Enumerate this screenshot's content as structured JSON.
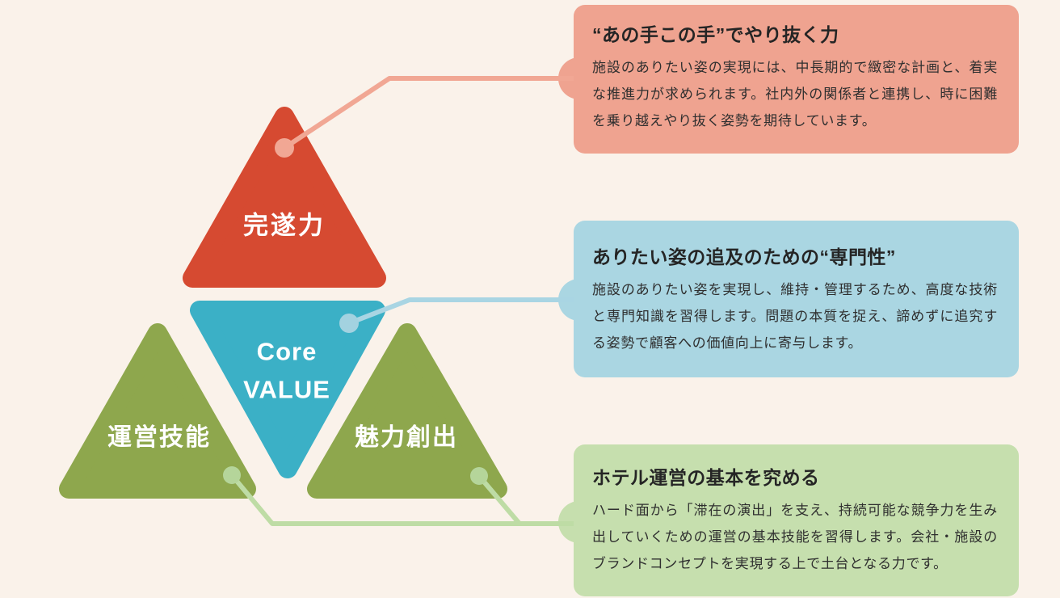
{
  "palette": {
    "background": "#faf2ea",
    "triangle_red": "#d64a31",
    "triangle_teal": "#3bb0c6",
    "triangle_green": "#8ea74d",
    "line_salmon": "#f1a794",
    "line_blue": "#a9d5e3",
    "line_green": "#bedca5",
    "dot_salmon": "#f1a794",
    "dot_blue": "#a3d2e0",
    "dot_green": "#b5d59a",
    "box_red_bg": "#efa390",
    "box_blue_bg": "#aad6e2",
    "box_green_bg": "#c6dfae",
    "label_text": "#ffffff",
    "body_text": "#2f2f2f"
  },
  "pyramid": {
    "top": {
      "label": "完遂力"
    },
    "center": {
      "lines": [
        "Core",
        "VALUE"
      ]
    },
    "left": {
      "label": "運営技能"
    },
    "right": {
      "label": "魅力創出"
    }
  },
  "callouts": [
    {
      "title": "“あの手この手”でやり抜く力",
      "body": "施設のありたい姿の実現には、中長期的で緻密な計画と、着実な推進力が求められます。社内外の関係者と連携し、時に困難を乗り越えやり抜く姿勢を期待しています。"
    },
    {
      "title": "ありたい姿の追及のための“専門性”",
      "body": "施設のありたい姿を実現し、維持・管理するため、高度な技術と専門知識を習得します。問題の本質を捉え、諦めずに追究する姿勢で顧客への価値向上に寄与します。"
    },
    {
      "title": "ホテル運営の基本を究める",
      "body": "ハード面から「滞在の演出」を支え、持続可能な競争力を生み出していくための運営の基本技能を習得します。会社・施設のブランドコンセプトを実現する上で土台となる力です。"
    }
  ]
}
